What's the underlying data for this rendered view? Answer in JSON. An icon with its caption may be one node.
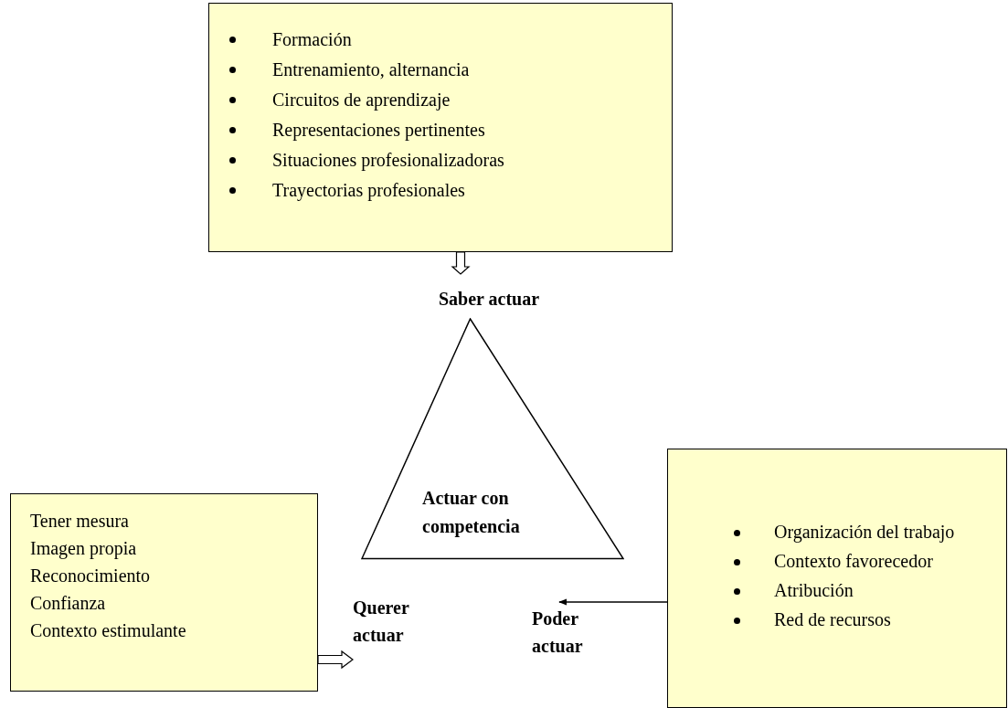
{
  "diagram": {
    "nodes": [
      {
        "text": [
          "Formación",
          "Entrenamiento, alternancia",
          "Circuitos de aprendizaje",
          "Representaciones pertinentes",
          "Situaciones profesionalizadoras",
          "Trayectorias profesionales"
        ]
      },
      {
        "text": [
          "Saber actuar"
        ]
      },
      {
        "text": [
          "Actuar con competencia"
        ]
      },
      {
        "text": [
          "Tener mesura",
          "Imagen propia",
          "Reconocimiento",
          "Confianza",
          "Contexto estimulante"
        ]
      },
      {
        "text": [
          "Querer actuar"
        ]
      },
      {
        "text": [
          "Organización del trabajo",
          "Contexto favorecedor",
          "Atribución",
          "Red de recursos"
        ]
      },
      {
        "text": [
          "Poder actuar"
        ]
      }
    ],
    "edges": [
      {
        "from": 0,
        "to": 1,
        "arrow": "to",
        "style": "thick"
      },
      {
        "from": 3,
        "to": 4,
        "arrow": "to",
        "style": "thick"
      },
      {
        "from": 5,
        "to": 6,
        "arrow": "to"
      }
    ]
  }
}
